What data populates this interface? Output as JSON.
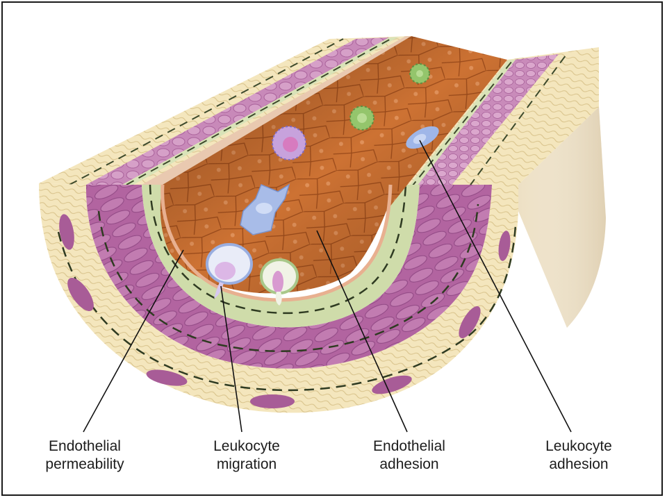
{
  "labels": [
    {
      "id": "endothelial-permeability",
      "lines": [
        "Endothelial",
        "permeability"
      ]
    },
    {
      "id": "leukocyte-migration",
      "lines": [
        "Leukocyte",
        "migration"
      ]
    },
    {
      "id": "endothelial-adhesion",
      "lines": [
        "Endothelial",
        "adhesion"
      ]
    },
    {
      "id": "leukocyte-adhesion",
      "lines": [
        "Leukocyte",
        "adhesion"
      ]
    }
  ],
  "colors": {
    "adventitia": "#f3e3b6",
    "media": "#b768a6",
    "intima_lumen": "#d17634",
    "elastic_lamina": "#c6d8a4",
    "leukocyte_blue": "#aabde6",
    "leukocyte_green": "#8fbf6a",
    "leukocyte_purple": "#c08ad2"
  }
}
